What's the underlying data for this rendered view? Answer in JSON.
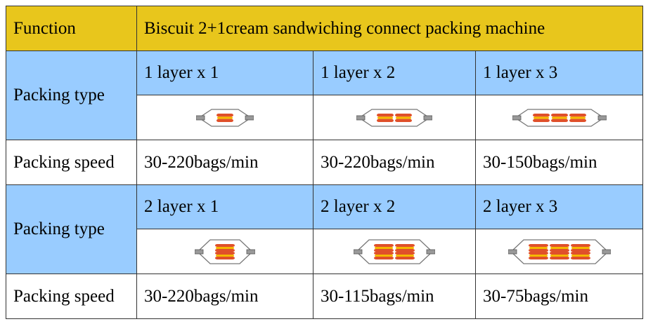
{
  "header": {
    "function_label": "Function",
    "machine_name": "Biscuit 2+1cream sandwiching connect packing machine"
  },
  "rows": [
    {
      "type_label": "Packing type",
      "options": [
        {
          "label": "1 layer x 1",
          "layers": 1,
          "count": 1
        },
        {
          "label": "1 layer x 2",
          "layers": 1,
          "count": 2
        },
        {
          "label": "1 layer x 3",
          "layers": 1,
          "count": 3
        }
      ],
      "speed_label": "Packing speed",
      "speeds": [
        "30-220bags/min",
        "30-220bags/min",
        "30-150bags/min"
      ]
    },
    {
      "type_label": "Packing type",
      "options": [
        {
          "label": "2 layer x 1",
          "layers": 2,
          "count": 1
        },
        {
          "label": "2 layer x 2",
          "layers": 2,
          "count": 2
        },
        {
          "label": "2 layer x 3",
          "layers": 2,
          "count": 3
        }
      ],
      "speed_label": "Packing speed",
      "speeds": [
        "30-220bags/min",
        "30-115bags/min",
        "30-75bags/min"
      ]
    }
  ],
  "colors": {
    "header_bg": "#e8c61c",
    "type_bg": "#99ccff",
    "biscuit": "#e0502a",
    "cream": "#f5b800"
  }
}
